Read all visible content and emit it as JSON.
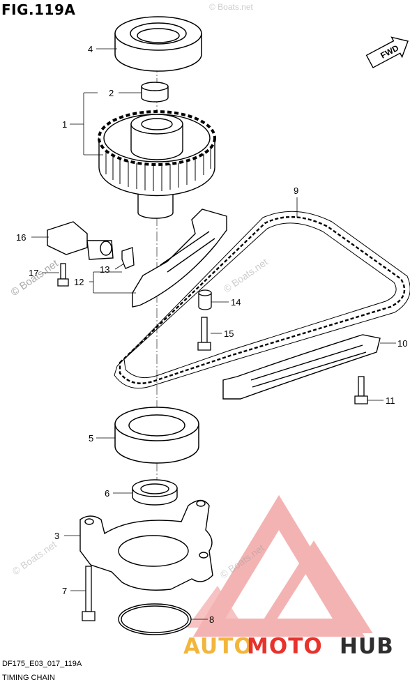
{
  "figure": {
    "title": "FIG.119A",
    "code": "DF175_E03_017_119A",
    "caption": "TIMING CHAIN",
    "direction_badge": "FWD"
  },
  "callouts": [
    "1",
    "2",
    "3",
    "4",
    "5",
    "6",
    "7",
    "8",
    "9",
    "10",
    "11",
    "12",
    "13",
    "14",
    "15",
    "16",
    "17"
  ],
  "watermarks": {
    "text": "© Boats.net",
    "brand_auto": "AUTO",
    "brand_moto": "MOTO",
    "brand_hub": "HUB"
  },
  "colors": {
    "brand_auto": "#f2b63c",
    "brand_moto": "#e8322c",
    "brand_hub": "#2e2e2e",
    "logo_triangle": "#f19a9a"
  }
}
